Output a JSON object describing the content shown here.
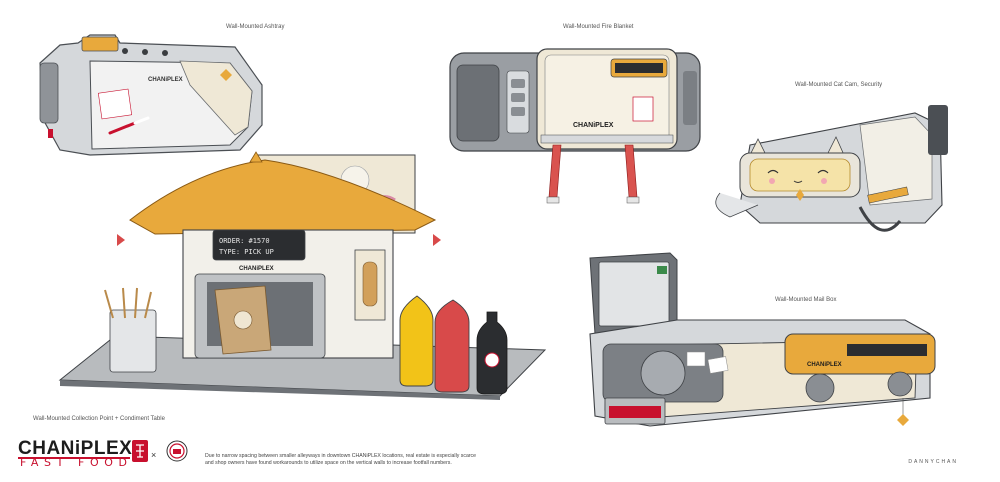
{
  "captions": {
    "ashtray": "Wall-Mounted Ashtray",
    "fire_blanket": "Wall-Mounted Fire Blanket",
    "cat_cam": "Wall-Mounted Cat Cam, Security",
    "mail_box": "Wall-Mounted Mail Box",
    "collection_point": "Wall-Mounted Collection Point + Condiment Table"
  },
  "kiosk_screen": {
    "line1": "ORDER: #1570",
    "line2": "TYPE: PICK UP"
  },
  "device_brand": "CHANiPLEX",
  "brand": {
    "name": "CHANiPLEX",
    "sub": "FAST FOOD",
    "collab_mark": "×"
  },
  "footer": {
    "line1": "Due to narrow spacing between smaller alleyways in downtown CHANiPLEX locations, real estate is especially scarce",
    "line2": "and shop owners have found workarounds to utilize space on the vertical walls to increase footfall numbers."
  },
  "artist": "DANNYCHAN",
  "colors": {
    "brand_red": "#c8102e",
    "body_grey": "#a9adb1",
    "panel_cream": "#efe8d6",
    "accent_orange": "#e8a93c",
    "dark_grey": "#4b4f54"
  }
}
